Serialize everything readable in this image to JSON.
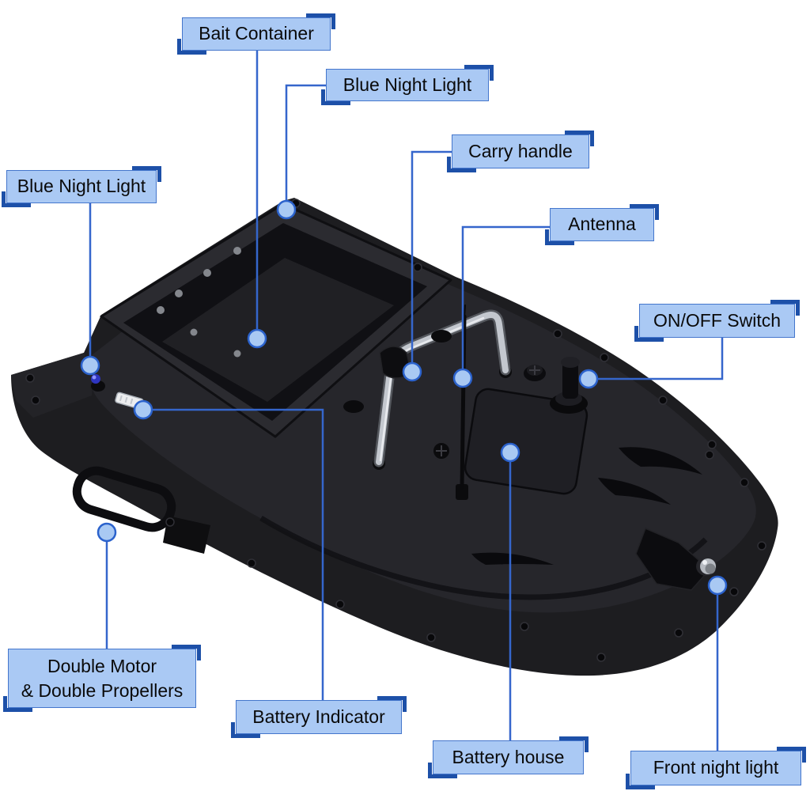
{
  "diagram": {
    "type": "product-callout-diagram",
    "background": "#ffffff"
  },
  "colors": {
    "background": "#ffffff",
    "label_fill": "#aac9f4",
    "label_border": "#4476cc",
    "label_accent": "#1d50a8",
    "label_text": "#0a0a0a",
    "leader_line": "#3566cc",
    "anchor_fill": "#a9c9f3",
    "anchor_stroke": "#2b62cc"
  },
  "callouts": [
    {
      "id": "bait-container",
      "label": "Bait Container"
    },
    {
      "id": "blue-night-light-top",
      "label": "Blue Night Light"
    },
    {
      "id": "blue-night-light-left",
      "label": "Blue Night Light"
    },
    {
      "id": "carry-handle",
      "label": "Carry handle"
    },
    {
      "id": "antenna",
      "label": "Antenna"
    },
    {
      "id": "on-off-switch",
      "label": "ON/OFF Switch"
    },
    {
      "id": "double-motor-propellers",
      "line1": "Double Motor",
      "line2": "& Double Propellers"
    },
    {
      "id": "battery-indicator",
      "label": "Battery Indicator"
    },
    {
      "id": "battery-house",
      "label": "Battery house"
    },
    {
      "id": "front-night-light",
      "label": "Front night light"
    }
  ]
}
